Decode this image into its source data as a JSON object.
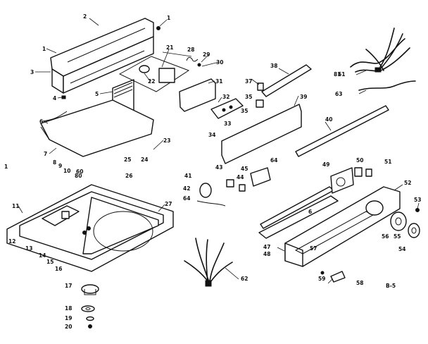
{
  "diagram": {
    "page_code": "B-5",
    "callouts": {
      "1a": "1",
      "1b": "1",
      "1c": "1",
      "2": "2",
      "3": "3",
      "4": "4",
      "5": "5",
      "6": "6",
      "6b": "6",
      "7": "7",
      "8": "8",
      "9": "9",
      "10": "10",
      "11": "11",
      "12": "12",
      "13": "13",
      "14": "14",
      "15": "15",
      "16": "16",
      "17": "17",
      "18": "18",
      "19": "19",
      "20": "20",
      "21": "21",
      "22": "22",
      "23": "23",
      "24": "24",
      "25": "25",
      "26": "26",
      "27": "27",
      "28": "28",
      "29": "29",
      "30": "30",
      "31": "31",
      "32": "32",
      "33": "33",
      "34": "34",
      "35a": "35",
      "35b": "35",
      "37": "37",
      "38": "38",
      "39": "39",
      "40": "40",
      "41": "41",
      "42": "42",
      "43": "43",
      "44": "44",
      "45": "45",
      "47": "47",
      "48": "48",
      "49": "49",
      "50": "50",
      "51": "51",
      "52": "52",
      "53": "53",
      "54": "54",
      "55": "55",
      "56": "56",
      "57": "57",
      "58": "58",
      "59": "59",
      "60": "60",
      "61": "61",
      "62": "62",
      "63": "63",
      "64a": "64",
      "64b": "64",
      "80": "80",
      "81": "81"
    }
  }
}
